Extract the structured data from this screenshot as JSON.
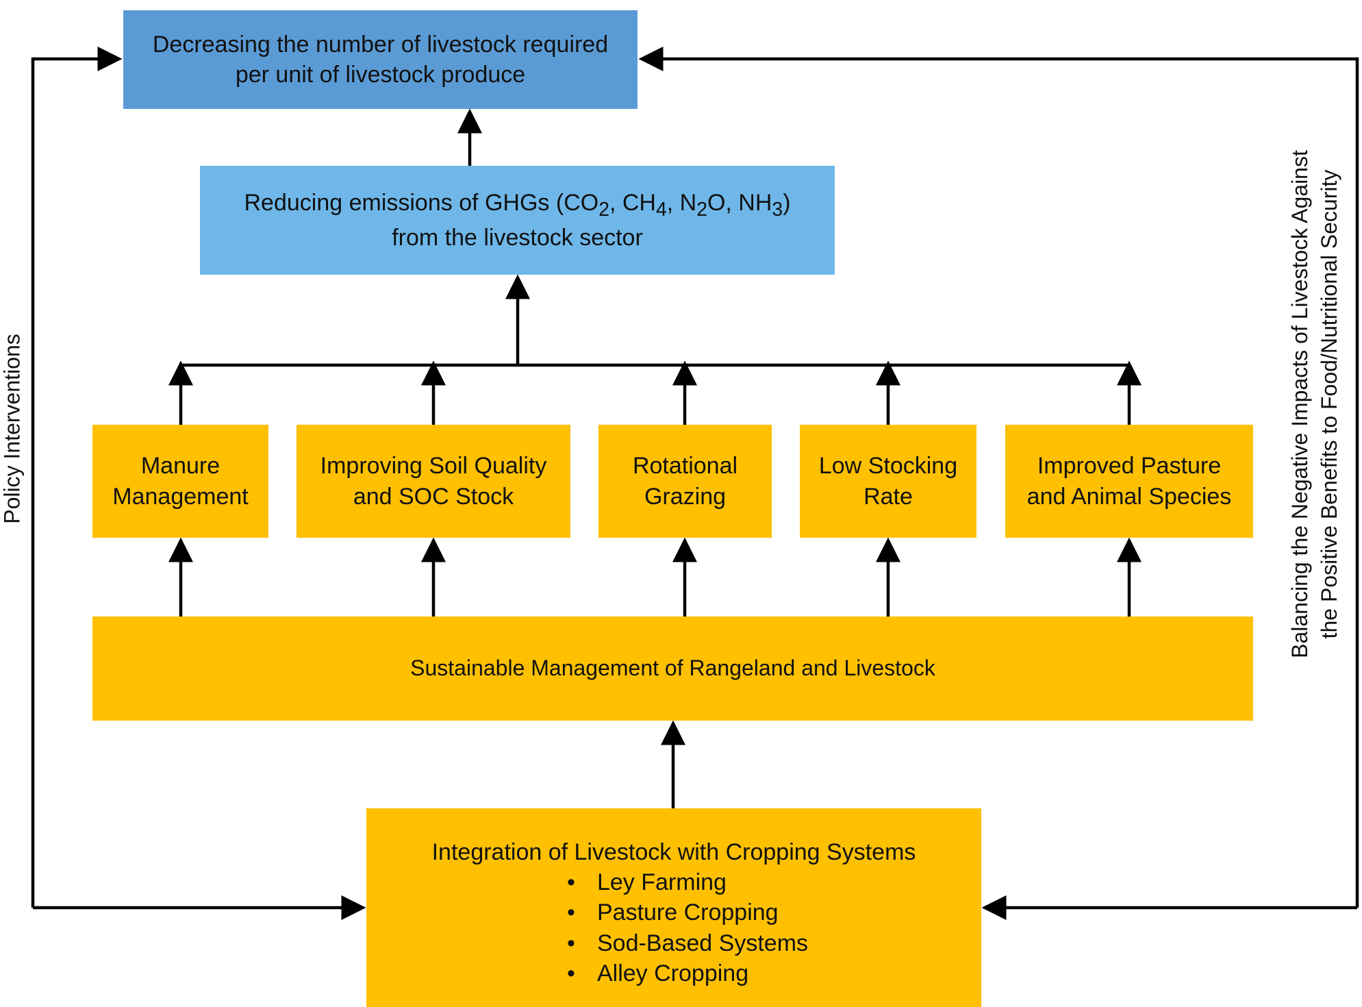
{
  "top_box": {
    "line1": "Decreasing the number of livestock required",
    "line2": "per unit of livestock produce"
  },
  "ghg_box": {
    "prefix": "Reducing emissions of GHGs (CO",
    "co2_sub": "2",
    "sep1": ", CH",
    "ch4_sub": "4",
    "sep2": ", N",
    "n2o_sub": "2",
    "sep3": "O, NH",
    "nh3_sub": "3",
    "suffix": ")",
    "line2": "from the livestock sector"
  },
  "practices": [
    {
      "line1": "Manure",
      "line2": "Management"
    },
    {
      "line1": "Improving Soil Quality",
      "line2": "and SOC Stock"
    },
    {
      "line1": "Rotational",
      "line2": "Grazing"
    },
    {
      "line1": "Low Stocking",
      "line2": "Rate"
    },
    {
      "line1": "Improved Pasture",
      "line2": "and Animal Species"
    }
  ],
  "sustainable_box": {
    "label": "Sustainable Management of Rangeland and Livestock"
  },
  "integration_box": {
    "title": "Integration of Livestock with Cropping Systems",
    "items": [
      "Ley Farming",
      "Pasture Cropping",
      "Sod-Based Systems",
      "Alley Cropping"
    ]
  },
  "side_labels": {
    "left": "Policy Interventions",
    "right_line1": "Balancing the Negative Impacts of Livestock Against",
    "right_line2": "the Positive Benefits to Food/Nutritional Security"
  },
  "colors": {
    "top_box": "#5b9bd5",
    "ghg_box": "#6fb7e9",
    "practice_boxes": "#fec000",
    "arrows": "#000000"
  }
}
